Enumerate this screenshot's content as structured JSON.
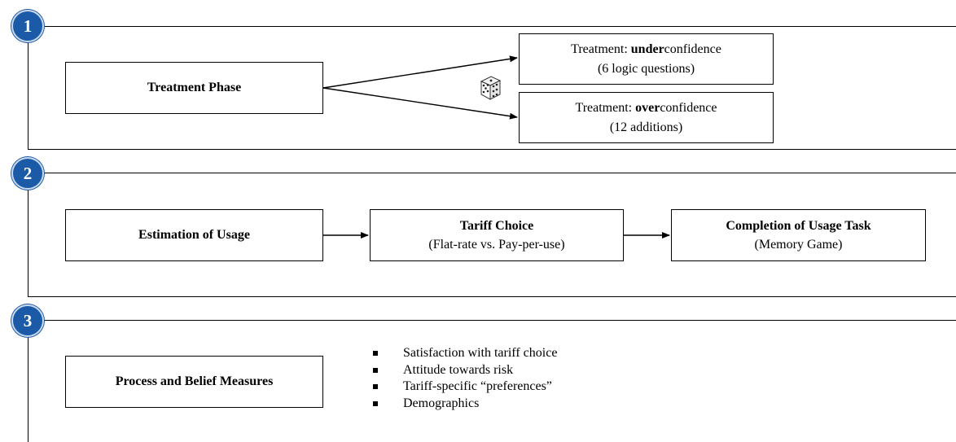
{
  "phases": [
    {
      "number": "1",
      "main_box": "Treatment Phase",
      "treatments": [
        {
          "prefix": "Treatment: ",
          "emphasis": "under",
          "suffix": "confidence",
          "detail": "(6 logic questions)"
        },
        {
          "prefix": "Treatment: ",
          "emphasis": "over",
          "suffix": "confidence",
          "detail": "(12 additions)"
        }
      ],
      "randomizer_icon": "dice-icon"
    },
    {
      "number": "2",
      "steps": [
        {
          "title": "Estimation of Usage",
          "detail": ""
        },
        {
          "title": "Tariff Choice",
          "detail": "(Flat-rate vs. Pay-per-use)"
        },
        {
          "title": "Completion of Usage Task",
          "detail": "(Memory Game)"
        }
      ]
    },
    {
      "number": "3",
      "main_box": "Process and Belief Measures",
      "measures": [
        "Satisfaction with tariff choice",
        "Attitude towards risk",
        "Tariff-specific “preferences”",
        "Demographics"
      ]
    }
  ],
  "colors": {
    "badge": "#1b5aa6",
    "line": "#000000"
  }
}
